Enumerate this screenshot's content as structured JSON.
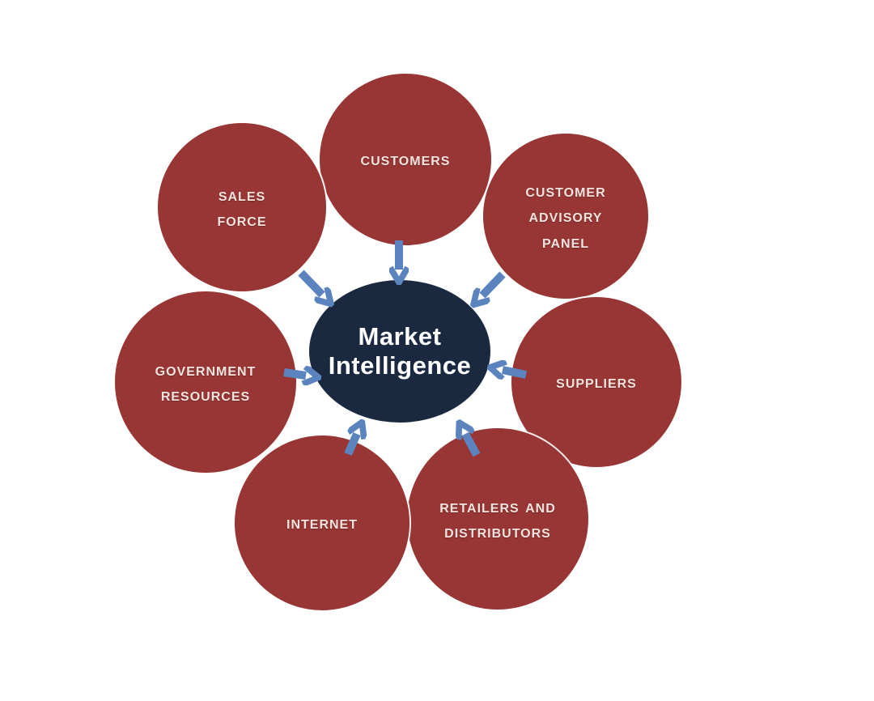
{
  "diagram": {
    "title": "Market Intelligence sources diagram",
    "center": {
      "id": "market-intelligence",
      "label": "Market Intelligence"
    },
    "nodes": [
      {
        "id": "customers",
        "label": "Customers"
      },
      {
        "id": "customer-advisory-panel",
        "label": "Customer Advisory Panel"
      },
      {
        "id": "suppliers",
        "label": "Suppliers"
      },
      {
        "id": "retailers-and-distributors",
        "label": "Retailers and Distributors"
      },
      {
        "id": "internet",
        "label": "Internet"
      },
      {
        "id": "government-resources",
        "label": "Government Resources"
      },
      {
        "id": "sales-force",
        "label": "Sales Force"
      }
    ],
    "relations": [
      {
        "from": "customers",
        "to": "market-intelligence"
      },
      {
        "from": "customer-advisory-panel",
        "to": "market-intelligence"
      },
      {
        "from": "suppliers",
        "to": "market-intelligence"
      },
      {
        "from": "retailers-and-distributors",
        "to": "market-intelligence"
      },
      {
        "from": "internet",
        "to": "market-intelligence"
      },
      {
        "from": "government-resources",
        "to": "market-intelligence"
      },
      {
        "from": "sales-force",
        "to": "market-intelligence"
      }
    ],
    "colors": {
      "background": "#ffffff",
      "node_fill": "#973634",
      "center_fill": "#1a2940",
      "arrow": "#5b84bf",
      "node_text": "#f3e3df",
      "center_text": "#ffffff"
    }
  }
}
